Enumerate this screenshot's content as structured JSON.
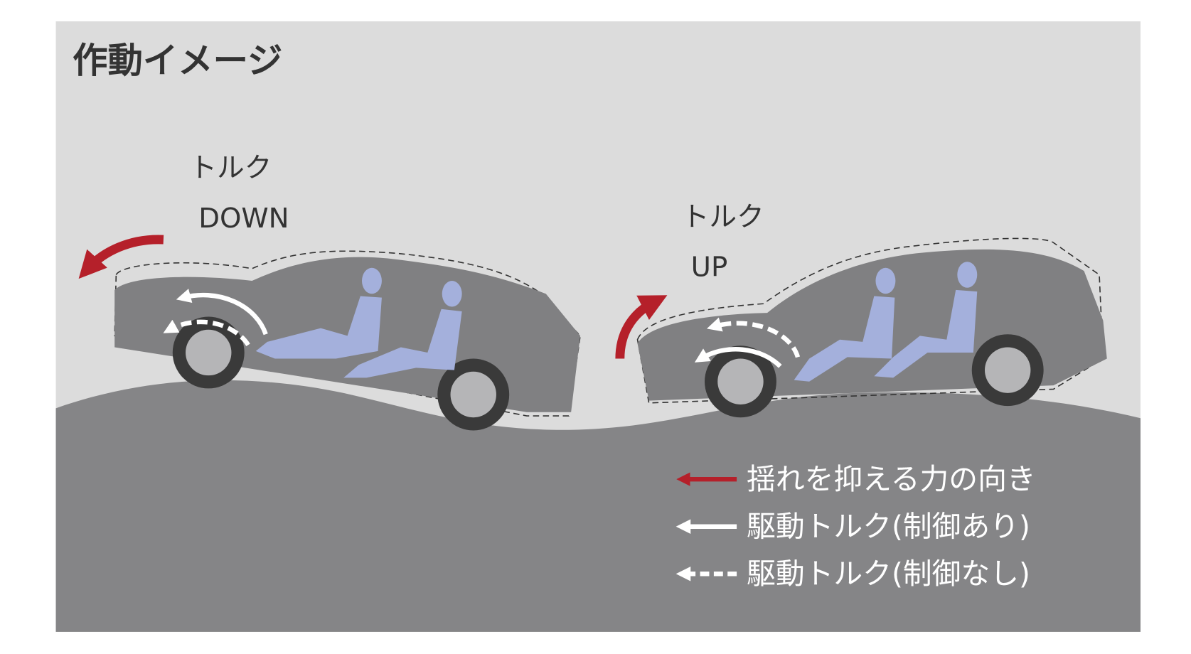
{
  "title": "作動イメージ",
  "left_car": {
    "label_line1": "トルク",
    "label_line2": "DOWN"
  },
  "right_car": {
    "label_line1": "トルク",
    "label_line2": "UP"
  },
  "legend": [
    {
      "label": "揺れを抑える力の向き",
      "style": "red-solid"
    },
    {
      "label": "駆動トルク(制御あり)",
      "style": "white-solid"
    },
    {
      "label": "駆動トルク(制御なし)",
      "style": "white-dashed"
    }
  ],
  "colors": {
    "sky": "#dcdcdc",
    "ground": "#858587",
    "car_body": "#808082",
    "wheel": "#3a3a3a",
    "hub": "#b5b5b7",
    "occupant": "#a4b0dc",
    "red_arrow": "#b5202a",
    "title_text": "#333333"
  }
}
